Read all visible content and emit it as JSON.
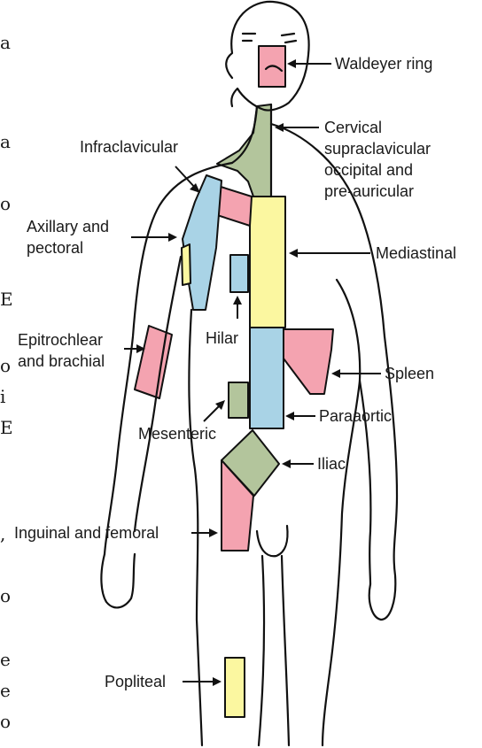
{
  "colors": {
    "pink": "#f4a3b0",
    "blue": "#a9d3e6",
    "yellow": "#fbf7a0",
    "green": "#b3c59c",
    "outline": "#111111"
  },
  "labels": {
    "waldeyer": "Waldeyer ring",
    "cervical_1": "Cervical",
    "cervical_2": "supraclavicular",
    "cervical_3": "occipital and",
    "cervical_4": "pre-auricular",
    "infraclavicular": "Infraclavicular",
    "axillary_1": "Axillary and",
    "axillary_2": "pectoral",
    "mediastinal": "Mediastinal",
    "hilar": "Hilar",
    "epitrochlear_1": "Epitrochlear",
    "epitrochlear_2": "and brachial",
    "spleen": "Spleen",
    "paraaortic": "Paraaortic",
    "mesenteric": "Mesenteric",
    "iliac": "Iliac",
    "inguinal": "Inguinal and femoral",
    "popliteal": "Popliteal"
  },
  "edge_fragments": [
    "a",
    "a",
    "o",
    "E",
    "o",
    "i",
    "E",
    ",",
    "o",
    "e",
    "e",
    "o"
  ]
}
